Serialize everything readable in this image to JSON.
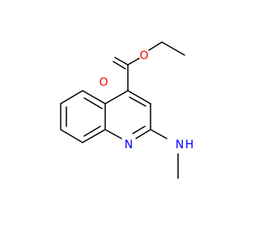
{
  "molecule": {
    "atom_labels": {
      "carbonyl_oxygen": "O",
      "ester_oxygen": "O",
      "ring_nitrogen": "N",
      "amine_nitrogen": "N",
      "amine_hydrogen": "H"
    },
    "colors": {
      "bond": "#000000",
      "oxygen": "#ff0000",
      "nitrogen": "#0000ff",
      "background": "#ffffff"
    }
  }
}
